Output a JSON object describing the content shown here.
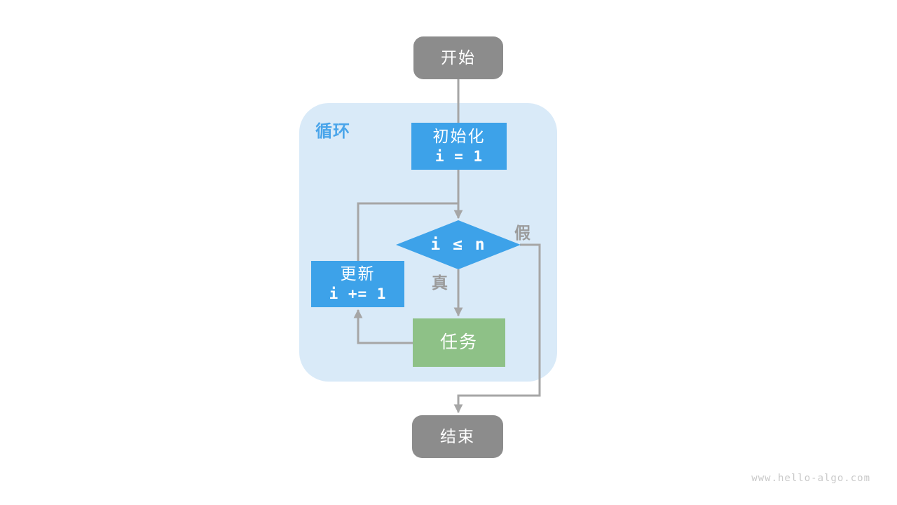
{
  "flowchart": {
    "start_node": {
      "label": "开始"
    },
    "loop_container": {
      "label": "循环"
    },
    "init_box": {
      "title": "初始化",
      "code": "i = 1"
    },
    "condition_diamond": {
      "code": "i ≤ n"
    },
    "branch_labels": {
      "true_label": "真",
      "false_label": "假"
    },
    "update_box": {
      "title": "更新",
      "code": "i += 1"
    },
    "task_box": {
      "label": "任务"
    },
    "end_node": {
      "label": "结束"
    }
  },
  "watermark": "www.hello-algo.com",
  "colors": {
    "terminal_gray": "#8c8c8c",
    "process_blue": "#3da2e9",
    "task_green": "#8ec187",
    "loop_container_bg": "#d9eaf8",
    "loop_label_blue": "#4aa5ea",
    "connector_gray": "#a6a6a6",
    "branch_label_gray": "#9b9b9b",
    "watermark_gray": "#c9c9c9",
    "node_text": "#ffffff"
  }
}
